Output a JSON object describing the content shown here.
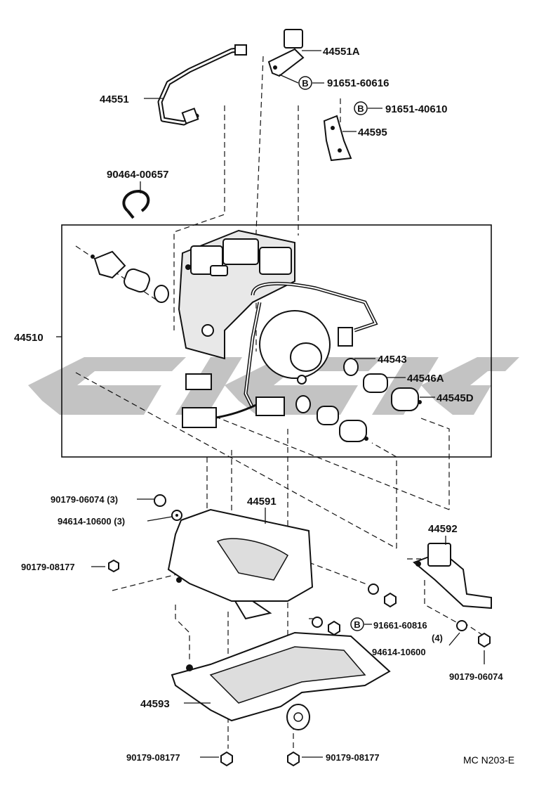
{
  "diagram_code": "MC N203-E",
  "bolt_marker": "B",
  "labels": {
    "p44551A": "44551A",
    "p44551": "44551",
    "p91651_60616": "91651-60616",
    "p91651_40610": "91651-40610",
    "p44595": "44595",
    "p90464": "90464-00657",
    "p44510": "44510",
    "p44543": "44543",
    "p44546A": "44546A",
    "p44545D": "44545D",
    "p90179_06074_3": "90179-06074 (3)",
    "p94614_10600_3": "94614-10600 (3)",
    "p44591": "44591",
    "p44592": "44592",
    "p90179_08177_l": "90179-08177",
    "p91661_60816": "91661-60816",
    "p91661_qty": "(4)",
    "p94614_10600": "94614-10600",
    "p90179_06074": "90179-06074",
    "p44593": "44593",
    "p90179_08177_bl": "90179-08177",
    "p90179_08177_br": "90179-08177"
  }
}
